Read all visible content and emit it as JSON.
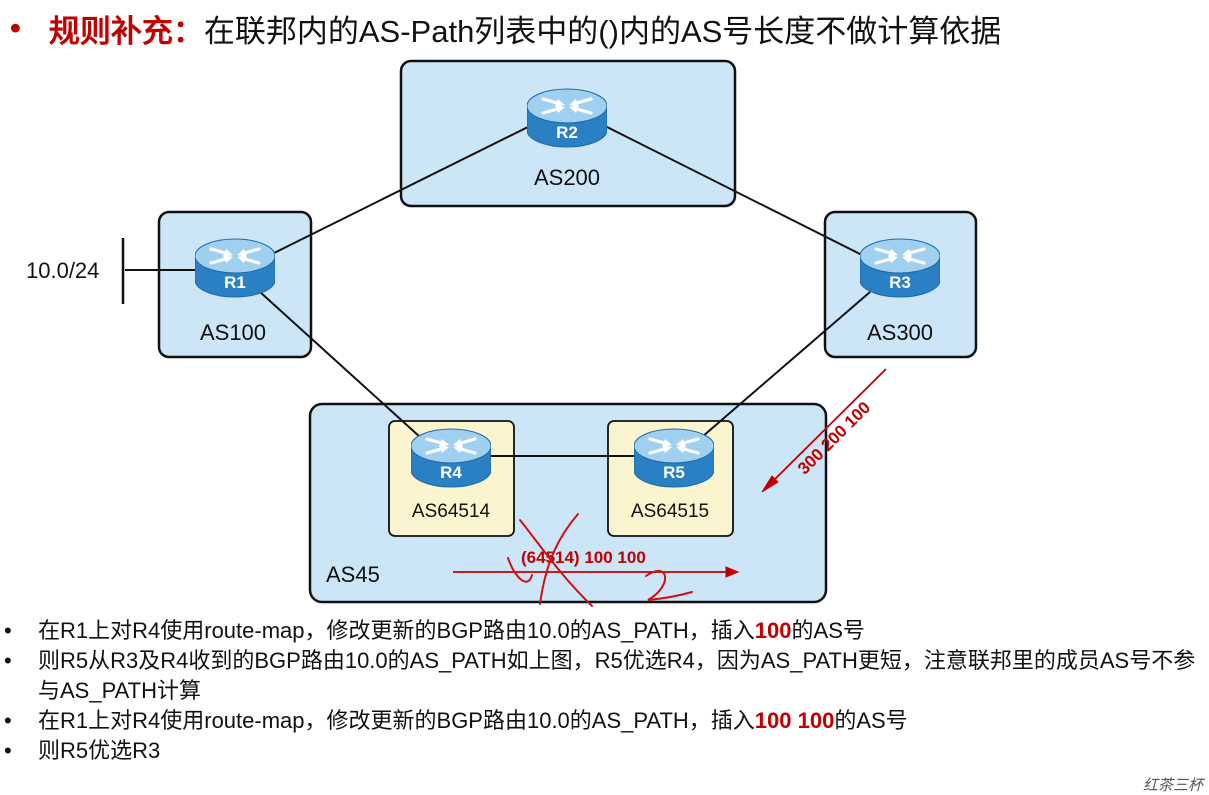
{
  "title": {
    "bullet": "•",
    "label": "规则补充：",
    "text": "在联邦内的AS-Path列表中的()内的AS号长度不做计算依据"
  },
  "diagram": {
    "colors": {
      "as_fill": "#cce6f8",
      "sub_as_fill": "#fbf5cf",
      "router_blue": "#2a80c2",
      "router_top": "#9fd0ef",
      "annotation_red": "#c00000"
    },
    "network_label": "10.0/24",
    "as_boxes": {
      "as100": "AS100",
      "as200": "AS200",
      "as300": "AS300",
      "as45": "AS45",
      "as64514": "AS64514",
      "as64515": "AS64515"
    },
    "routers": {
      "r1": "R1",
      "r2": "R2",
      "r3": "R3",
      "r4": "R4",
      "r5": "R5"
    },
    "annotations": {
      "path_from_r3": "300 200 100",
      "path_from_r4": "(64514)  100 100"
    }
  },
  "notes": {
    "bullet": "•",
    "n1_a": "在R1上对R4使用route-map，修改更新的BGP路由10.0的AS_PATH，插入",
    "n1_b": "100",
    "n1_c": "的AS号",
    "n2": "则R5从R3及R4收到的BGP路由10.0的AS_PATH如上图，R5优选R4，因为AS_PATH更短，注意联邦里的成员AS号不参与AS_PATH计算",
    "n3_a": "在R1上对R4使用route-map，修改更新的BGP路由10.0的AS_PATH，插入",
    "n3_b": "100  100",
    "n3_c": "的AS号",
    "n4": "则R5优选R3"
  },
  "watermark": "红茶三杯"
}
